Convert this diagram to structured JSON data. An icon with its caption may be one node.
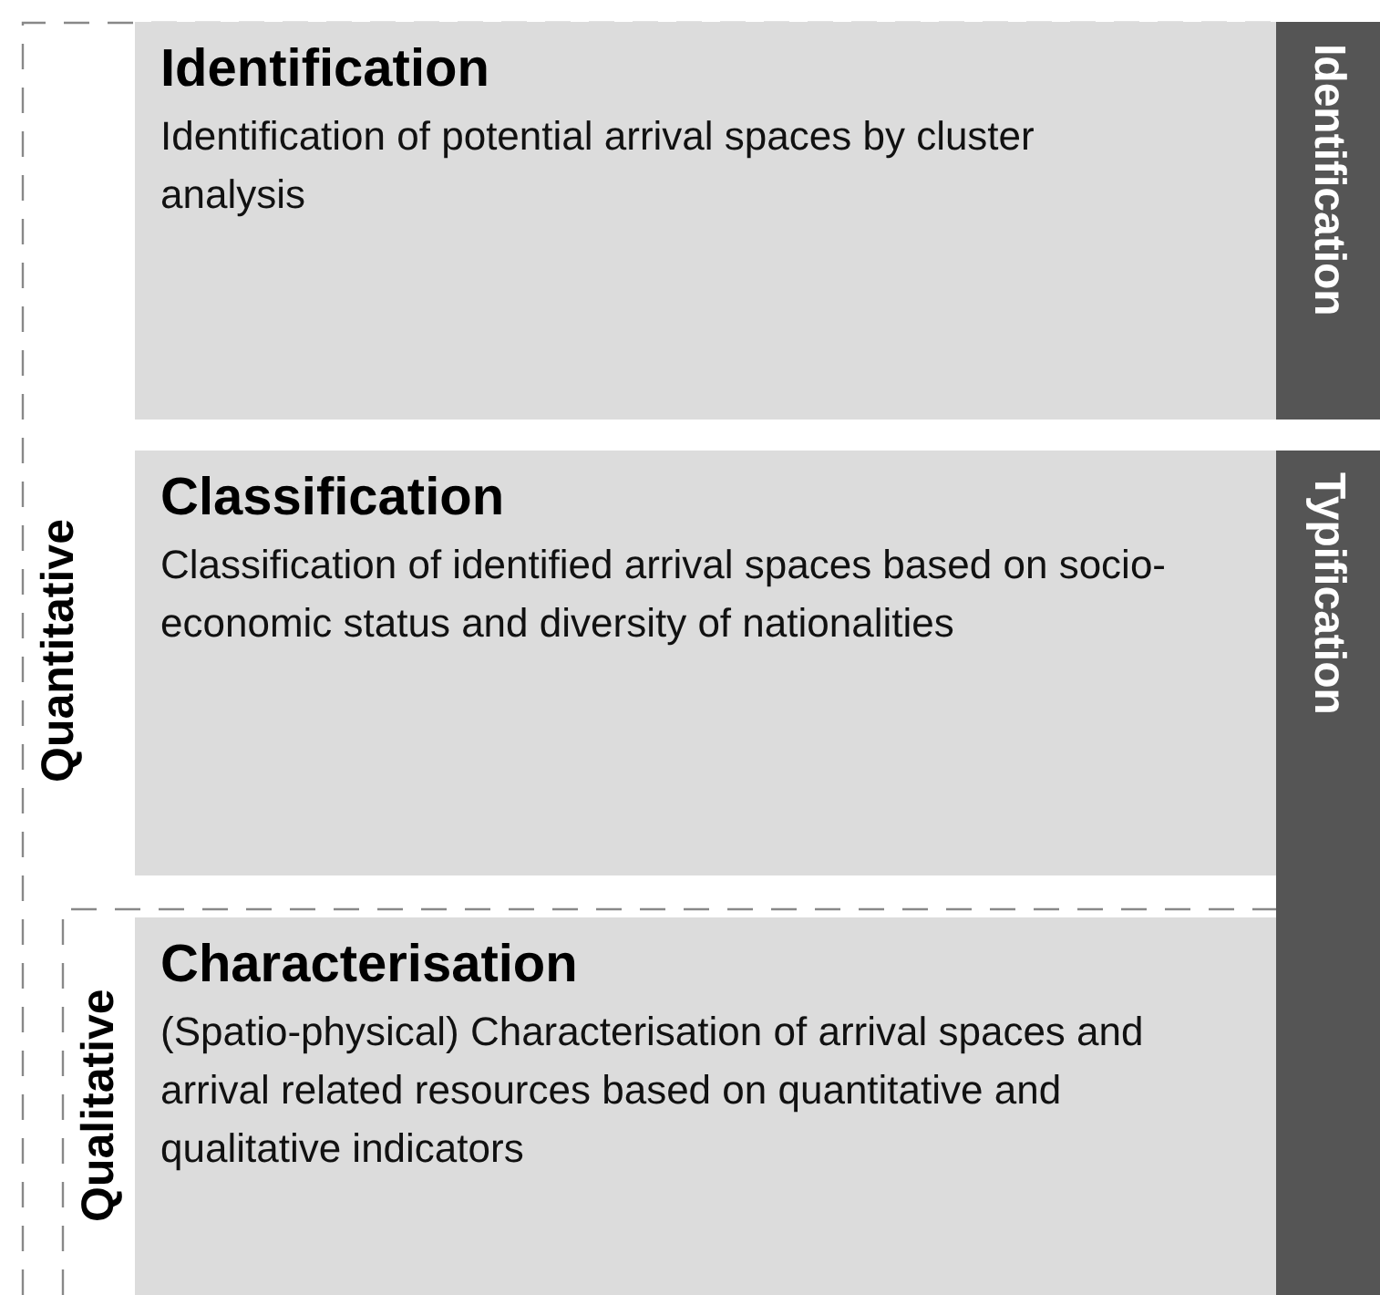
{
  "diagram": {
    "nodes": [
      {
        "text": [
          "Quantitative"
        ]
      },
      {
        "text": [
          "Identification",
          "Identification of potential arrival spaces by cluster analysis"
        ],
        "in": 0
      },
      {
        "text": [
          "Classification",
          "Classification of identified arrival spaces based on socio-economic status and diversity of nationalities"
        ],
        "in": 0
      },
      {
        "text": [
          "Qualitative"
        ],
        "in": 0
      },
      {
        "text": [
          "Characterisation",
          "(Spatio-physical) Characterisation of arrival spaces and arrival related resources based on quantitative and qualitative indicators"
        ],
        "in": 3
      },
      {
        "text": [
          "Identification"
        ]
      },
      {
        "text": [
          "Typification"
        ]
      }
    ]
  }
}
